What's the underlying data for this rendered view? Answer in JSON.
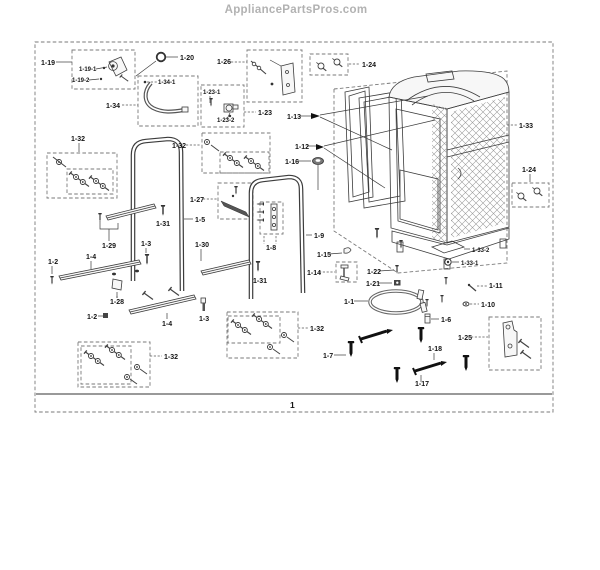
{
  "header": {
    "site": "AppliancePartsPros.com"
  },
  "figure": {
    "number": "1"
  },
  "colors": {
    "line": "#3c3c3c",
    "label": "#141414",
    "watermark": "#b2b2b2",
    "dashed_box": "#7a7a7a",
    "screw_fill": "#111111"
  },
  "parts": {
    "p1": "1",
    "p1_1": "1-1",
    "p1_2": "1-2",
    "p1_3": "1-3",
    "p1_4": "1-4",
    "p1_5": "1-5",
    "p1_6": "1-6",
    "p1_7": "1-7",
    "p1_8": "1-8",
    "p1_9": "1-9",
    "p1_10": "1-10",
    "p1_11": "1-11",
    "p1_12": "1-12",
    "p1_13": "1-13",
    "p1_14": "1-14",
    "p1_15": "1-15",
    "p1_16": "1-16",
    "p1_17": "1-17",
    "p1_18": "1-18",
    "p1_19": "1-19",
    "p1_19_1": "1-19-1",
    "p1_19_2": "1-19-2",
    "p1_20": "1-20",
    "p1_21": "1-21",
    "p1_22": "1-22",
    "p1_23": "1-23",
    "p1_23_1": "1-23-1",
    "p1_23_2": "1-23-2",
    "p1_24": "1-24",
    "p1_25": "1-25",
    "p1_26": "1-26",
    "p1_27": "1-27",
    "p1_28": "1-28",
    "p1_29": "1-29",
    "p1_30": "1-30",
    "p1_31": "1-31",
    "p1_32": "1-32",
    "p1_33": "1-33",
    "p1_33_1": "1-33-1",
    "p1_33_2": "1-33-2",
    "p1_34": "1-34",
    "p1_34_1": "1-34-1"
  }
}
